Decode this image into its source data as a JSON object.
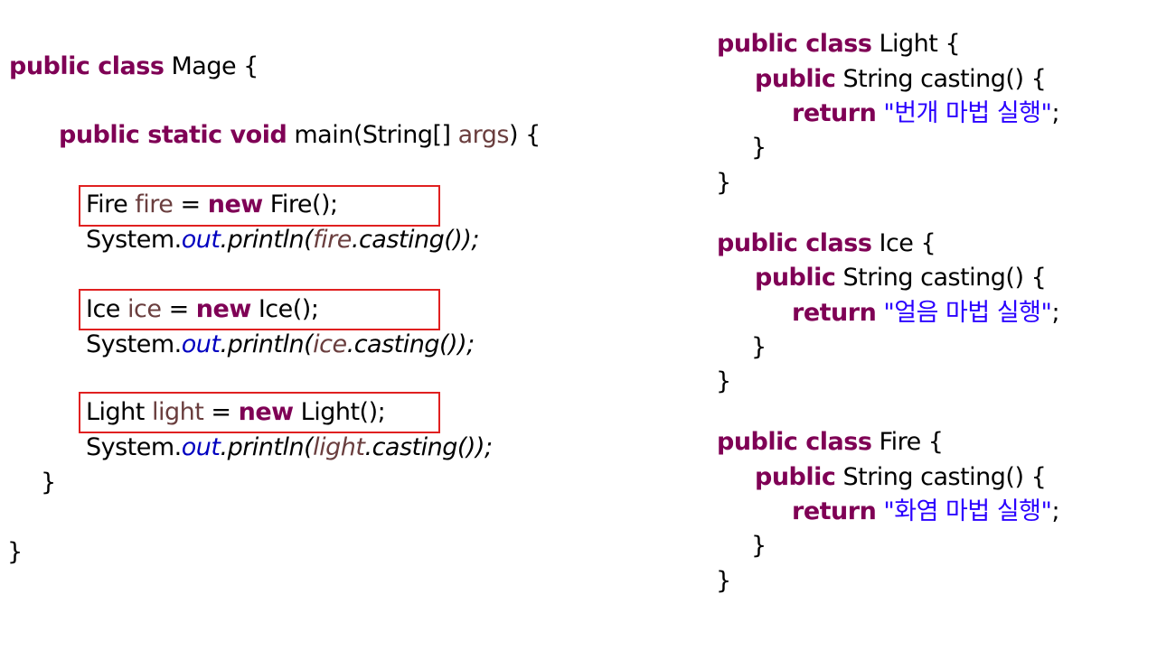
{
  "mage": {
    "kw_public_class": "public class",
    "class_name": " Mage {",
    "kw_main_sig": "public static void",
    "main_rest": " main(String[] ",
    "main_args": "args",
    "main_close": ") {",
    "fire_type": "Fire ",
    "fire_var": "fire",
    "eq": " = ",
    "kw_new": "new",
    "fire_ctor": " Fire();",
    "sys": "System.",
    "out": "out",
    "println_open": ".println(",
    "casting_close": ".casting());",
    "ice_type": "Ice ",
    "ice_var": "ice",
    "ice_ctor": " Ice();",
    "light_type": "Light ",
    "light_var": "light",
    "light_ctor": " Light();",
    "close_brace": "}"
  },
  "classes": [
    {
      "kw": "public class",
      "name": " Light {",
      "kw_method": "public",
      "method": " String casting() {",
      "kw_return": "return",
      "string_literal": " \"번개 마법 실행\"",
      "semicolon": ";",
      "close_brace": "}"
    },
    {
      "kw": "public class",
      "name": " Ice {",
      "kw_method": "public",
      "method": " String casting() {",
      "kw_return": "return",
      "string_literal": " \"얼음 마법 실행\"",
      "semicolon": ";",
      "close_brace": "}"
    },
    {
      "kw": "public class",
      "name": " Fire {",
      "kw_method": "public",
      "method": " String casting() {",
      "kw_return": "return",
      "string_literal": " \"화염 마법 실행\"",
      "semicolon": ";",
      "close_brace": "}"
    }
  ],
  "colors": {
    "keyword": "#7f0055",
    "variable": "#6a3e3e",
    "field": "#0000c0",
    "string": "#2a00ff",
    "highlight_box": "#e02020"
  }
}
